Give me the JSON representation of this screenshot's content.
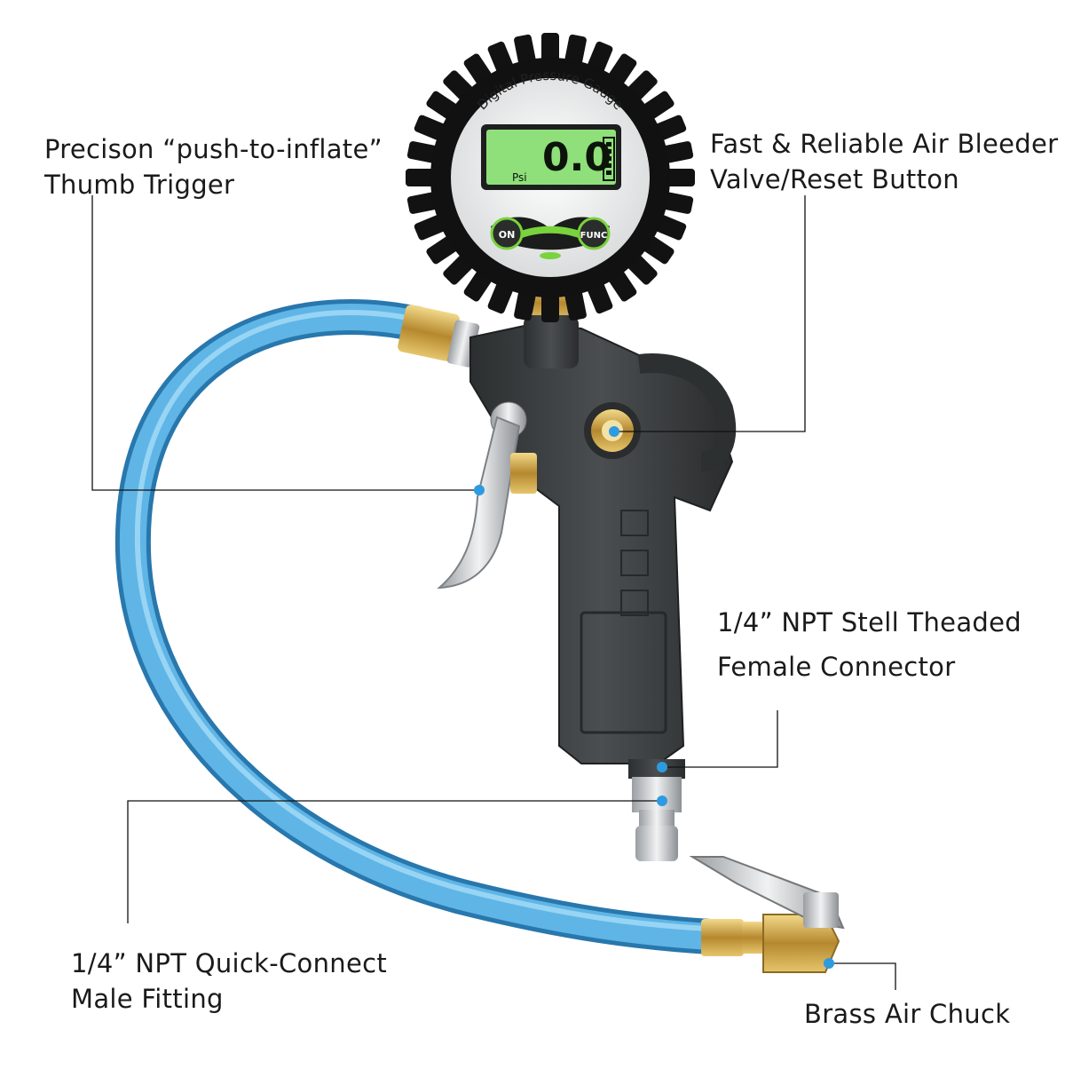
{
  "gauge": {
    "ring_label": "Digital Pressure Gauge",
    "reading": "0.0",
    "unit": "Psi",
    "on_button": "ON",
    "func_button": "FUNC"
  },
  "callouts": {
    "trigger": {
      "line1": "Precison “push-to-inflate”",
      "line2": "Thumb Trigger"
    },
    "bleeder": {
      "line1": "Fast & Reliable Air Bleeder",
      "line2": "Valve/Reset Button"
    },
    "female_connector": {
      "line1": "1/4”  NPT Stell Theaded",
      "line2": "Female Connector"
    },
    "male_fitting": {
      "line1": "1/4”  NPT Quick-Connect",
      "line2": "Male Fitting"
    },
    "chuck": {
      "line1": "Brass Air Chuck"
    }
  },
  "colors": {
    "hose": "#4aa3d8",
    "gun_body": "#3a3d3e",
    "lcd": "#8fe07a",
    "brass": "#c9a24a",
    "callout_dot": "#2e9be0"
  }
}
